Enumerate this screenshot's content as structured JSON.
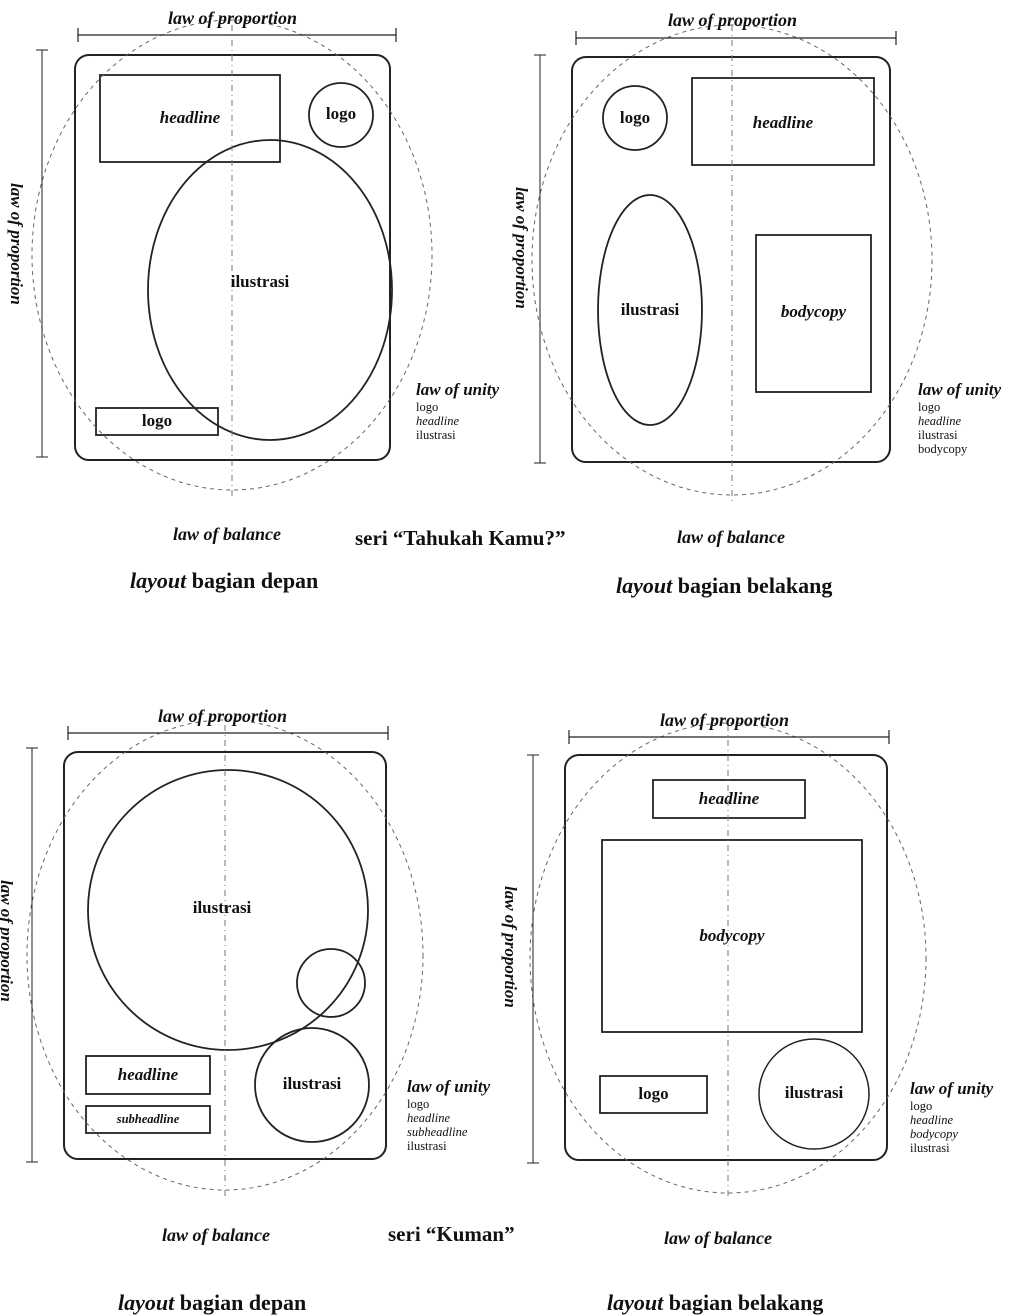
{
  "labels": {
    "law_of_proportion": "law of proportion",
    "law_of_balance": "law of balance",
    "law_of_unity": "law of unity"
  },
  "panels": {
    "top_left": {
      "headline": "headline",
      "logo_circle": "logo",
      "ilustrasi": "ilustrasi",
      "logo_box": "logo",
      "unity_items": [
        "logo",
        "headline",
        "ilustrasi"
      ]
    },
    "top_right": {
      "logo_circle": "logo",
      "headline": "headline",
      "ilustrasi": "ilustrasi",
      "bodycopy": "bodycopy",
      "unity_items": [
        "logo",
        "headline",
        "ilustrasi",
        "bodycopy"
      ]
    },
    "bottom_left": {
      "ilustrasi_big": "ilustrasi",
      "ilustrasi_small": "ilustrasi",
      "headline": "headline",
      "subheadline": "subheadline",
      "unity_items": [
        "logo",
        "headline",
        "subheadline",
        "ilustrasi"
      ]
    },
    "bottom_right": {
      "headline": "headline",
      "bodycopy": "bodycopy",
      "logo": "logo",
      "ilustrasi": "ilustrasi",
      "unity_items": [
        "logo",
        "headline",
        "bodycopy",
        "ilustrasi"
      ]
    }
  },
  "series": {
    "top": "seri “Tahukah Kamu?”",
    "bottom": "seri “Kuman”"
  },
  "captions": {
    "layout_word": "layout",
    "front_rest": " bagian depan",
    "back_rest": " bagian belakang"
  }
}
